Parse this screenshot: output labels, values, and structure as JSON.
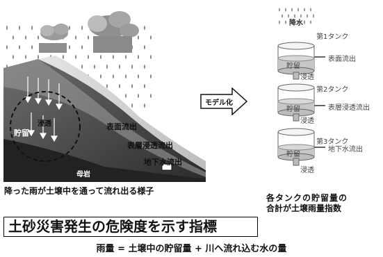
{
  "slope": {
    "labels": {
      "surface_runoff": "表面流出",
      "subsurface_runoff": "表層浸透流出",
      "groundwater_runoff": "地下水流出",
      "storage": "貯留",
      "infiltration": "浸透",
      "bedrock": "母岩"
    },
    "caption": "降った雨が土壌中を通って流れ出る様子"
  },
  "model_arrow": {
    "label": "モデル化"
  },
  "tanks": {
    "rainfall": "降水",
    "tank_names": [
      "第1タンク",
      "第2タンク",
      "第3タンク"
    ],
    "outflows": [
      "表面流出",
      "表層浸透流出",
      "地下水流出"
    ],
    "storage_label": "貯留",
    "infiltration_label": "浸透",
    "caption_lines": [
      "各タンクの貯留量の",
      "合計が土壌雨量指数"
    ]
  },
  "title": "土砂災害発生の危険度を示す指標",
  "formula": "雨量 = 土壌中の貯留量 + 川へ流れ込む水の量",
  "colors": {
    "ground_dark": "#333333",
    "ground_mid": "#7a7a7a",
    "ground_light": "#c8c8c8",
    "water": "#c9c9c9"
  }
}
